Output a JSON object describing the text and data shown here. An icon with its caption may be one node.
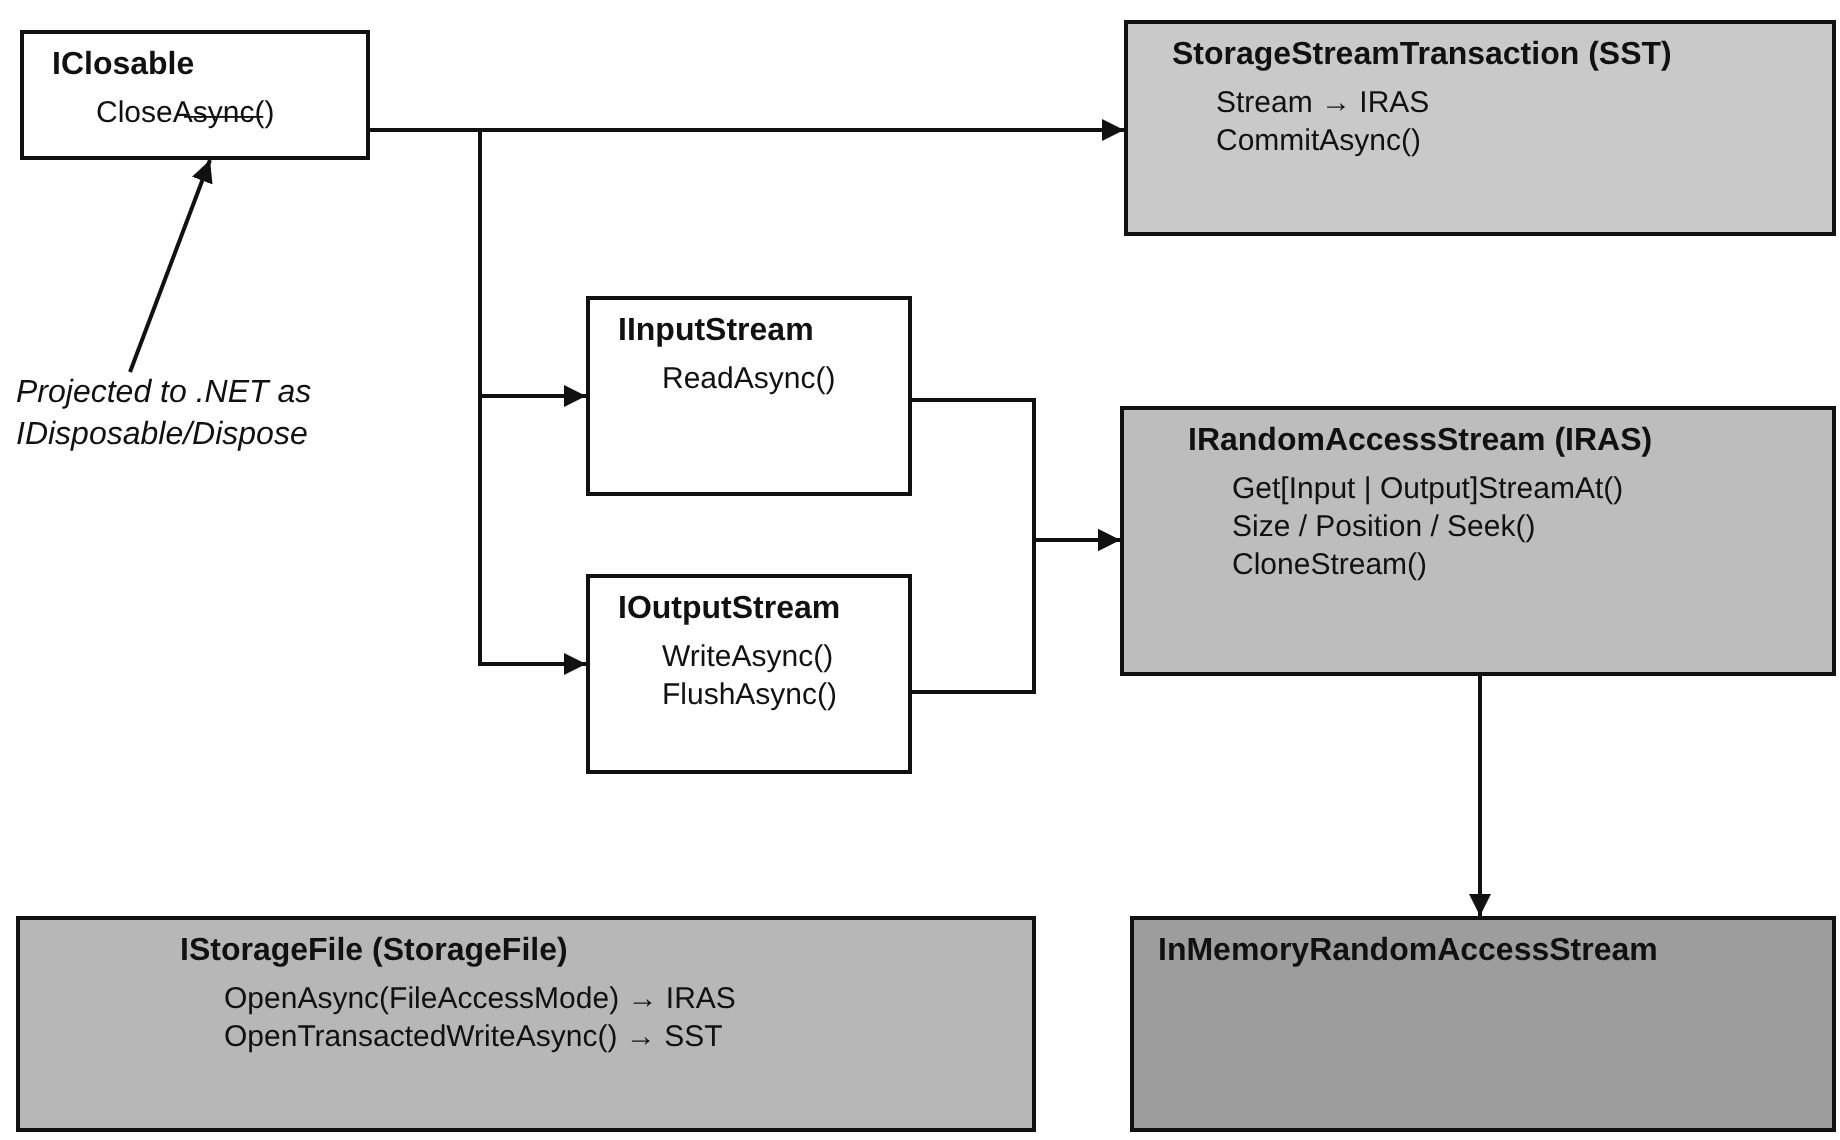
{
  "diagram": {
    "nodes": [
      {
        "text": [
          "IClosable",
          "CloseA̶s̶y̶n̶c̶()"
        ]
      },
      {
        "text": [
          "Projected to .NET as IDisposable/Dispose"
        ]
      },
      {
        "text": [
          "StorageStreamTransaction (SST)",
          "Stream → IRAS",
          "CommitAsync()"
        ]
      },
      {
        "text": [
          "IInputStream",
          "ReadAsync()"
        ]
      },
      {
        "text": [
          "IOutputStream",
          "WriteAsync()",
          "FlushAsync()"
        ]
      },
      {
        "text": [
          "IRandomAccessStream (IRAS)",
          "Get[Input | Output]StreamAt()",
          "Size / Position / Seek()",
          "CloneStream()"
        ]
      },
      {
        "text": [
          "IStorageFile (StorageFile)",
          "OpenAsync(FileAccessMode)  → IRAS",
          "OpenTransactedWriteAsync()  → SST"
        ]
      },
      {
        "text": [
          "InMemoryRandomAccessStream"
        ]
      }
    ],
    "edges": [
      {
        "from": 1,
        "to": 0,
        "arrow": "to"
      },
      {
        "from": 0,
        "to": 2,
        "arrow": "to"
      },
      {
        "from": 0,
        "to": 3,
        "arrow": "to"
      },
      {
        "from": 0,
        "to": 4,
        "arrow": "to"
      },
      {
        "from": 3,
        "to": 5,
        "arrow": "to"
      },
      {
        "from": 4,
        "to": 5,
        "arrow": "to"
      },
      {
        "from": 5,
        "to": 7,
        "arrow": "to"
      }
    ]
  }
}
